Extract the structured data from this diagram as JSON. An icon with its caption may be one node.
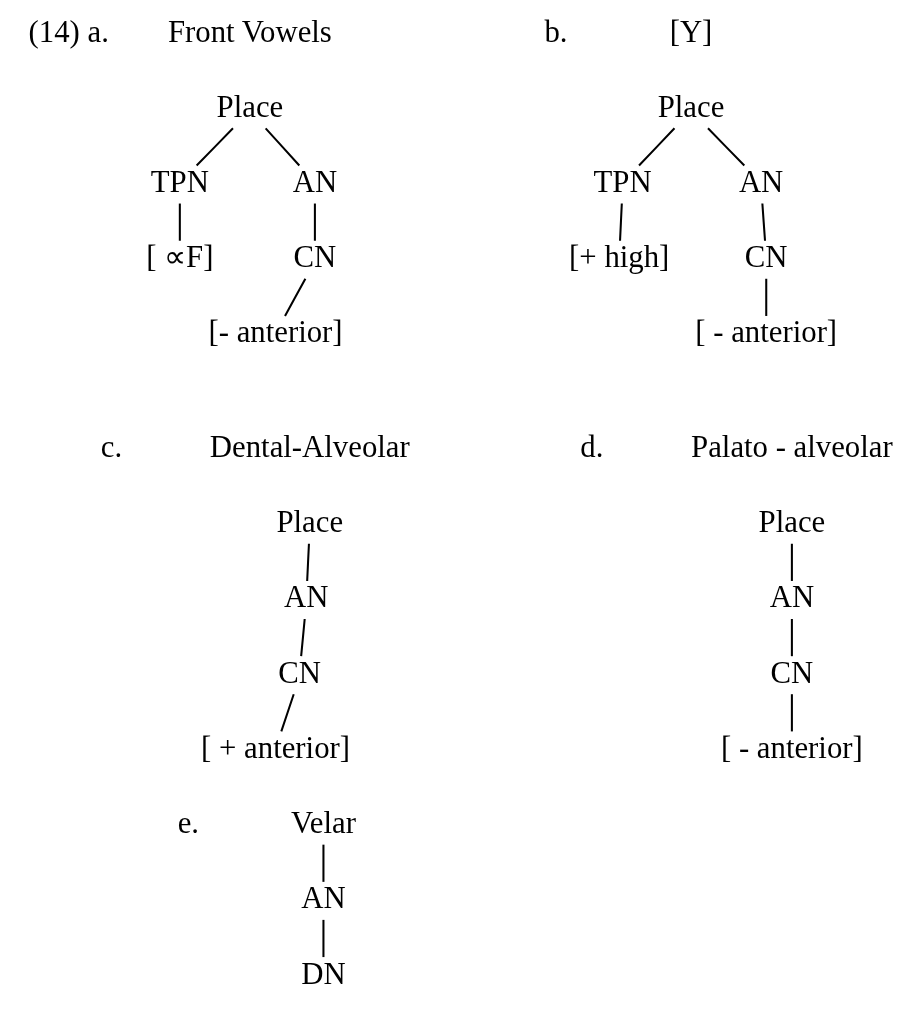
{
  "diagram": {
    "nodes": [
      {
        "text": [
          "Place"
        ]
      },
      {
        "text": [
          "AN"
        ]
      },
      {
        "text": [
          "TPN"
        ]
      },
      {
        "text": [
          "CN"
        ]
      },
      {
        "text": [
          "[ ∝F]"
        ]
      },
      {
        "text": [
          "[- anterior]"
        ]
      },
      {
        "text": [
          "Place"
        ]
      },
      {
        "text": [
          "AN"
        ]
      },
      {
        "text": [
          "TPN"
        ]
      },
      {
        "text": [
          "CN"
        ]
      },
      {
        "text": [
          "[+ high]"
        ]
      },
      {
        "text": [
          "[ - anterior]"
        ]
      },
      {
        "text": [
          "Place"
        ]
      },
      {
        "text": [
          "AN"
        ]
      },
      {
        "text": [
          "CN"
        ]
      },
      {
        "text": [
          "[ + anterior]"
        ]
      },
      {
        "text": [
          "Place"
        ]
      },
      {
        "text": [
          "AN"
        ]
      },
      {
        "text": [
          "CN"
        ]
      },
      {
        "text": [
          "[ - anterior]"
        ]
      },
      {
        "text": [
          "Velar"
        ]
      },
      {
        "text": [
          "AN"
        ]
      },
      {
        "text": [
          "DN"
        ]
      }
    ],
    "edges": [
      {
        "from": 0,
        "to": 1,
        "arrow": "none"
      },
      {
        "from": 0,
        "to": 2,
        "arrow": "none"
      },
      {
        "from": 1,
        "to": 3,
        "arrow": "none"
      },
      {
        "from": 2,
        "to": 4,
        "arrow": "none"
      },
      {
        "from": 3,
        "to": 5,
        "arrow": "none"
      },
      {
        "from": 6,
        "to": 7,
        "arrow": "none"
      },
      {
        "from": 6,
        "to": 8,
        "arrow": "none"
      },
      {
        "from": 7,
        "to": 9,
        "arrow": "none"
      },
      {
        "from": 8,
        "to": 10,
        "arrow": "none"
      },
      {
        "from": 9,
        "to": 11,
        "arrow": "none"
      },
      {
        "from": 12,
        "to": 13,
        "arrow": "none"
      },
      {
        "from": 13,
        "to": 14,
        "arrow": "none"
      },
      {
        "from": 14,
        "to": 15,
        "arrow": "none"
      },
      {
        "from": 16,
        "to": 17,
        "arrow": "none"
      },
      {
        "from": 17,
        "to": 18,
        "arrow": "none"
      },
      {
        "from": 18,
        "to": 19,
        "arrow": "none"
      },
      {
        "from": 20,
        "to": 21,
        "arrow": "none"
      },
      {
        "from": 21,
        "to": 22,
        "arrow": "none"
      }
    ],
    "labels": [
      "(14) a.",
      "Front Vowels",
      "b.",
      "[Y]",
      "c.",
      "Dental-Alveolar",
      "d.",
      "Palato - alveolar",
      "e."
    ]
  }
}
